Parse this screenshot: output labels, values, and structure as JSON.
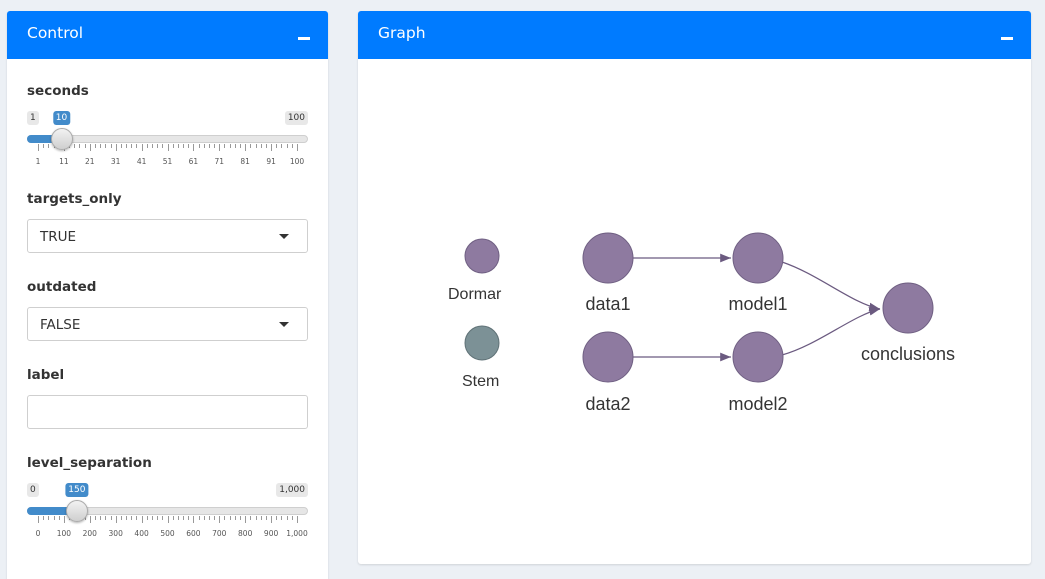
{
  "control": {
    "title": "Control",
    "seconds": {
      "label": "seconds",
      "min": 1,
      "max": 100,
      "value": 10,
      "min_label": "1",
      "max_label": "100",
      "value_label": "10",
      "grid": [
        "1",
        "11",
        "21",
        "31",
        "41",
        "51",
        "61",
        "71",
        "81",
        "91",
        "100"
      ]
    },
    "targets_only": {
      "label": "targets_only",
      "value": "TRUE"
    },
    "outdated": {
      "label": "outdated",
      "value": "FALSE"
    },
    "label_field": {
      "label": "label",
      "value": ""
    },
    "level_separation": {
      "label": "level_separation",
      "min": 0,
      "max": 1000,
      "value": 150,
      "min_label": "0",
      "max_label": "1,000",
      "value_label": "150",
      "grid": [
        "0",
        "100",
        "200",
        "300",
        "400",
        "500",
        "600",
        "700",
        "800",
        "900",
        "1,000"
      ]
    }
  },
  "graph": {
    "title": "Graph",
    "colors": {
      "dormant": "#8e7aa0",
      "stem": "#7c9196",
      "edge": "#6b5a80"
    },
    "legend": {
      "dormant": "Dormar",
      "stem": "Stem"
    },
    "nodes": {
      "data1": "data1",
      "data2": "data2",
      "model1": "model1",
      "model2": "model2",
      "conclusions": "conclusions"
    }
  }
}
